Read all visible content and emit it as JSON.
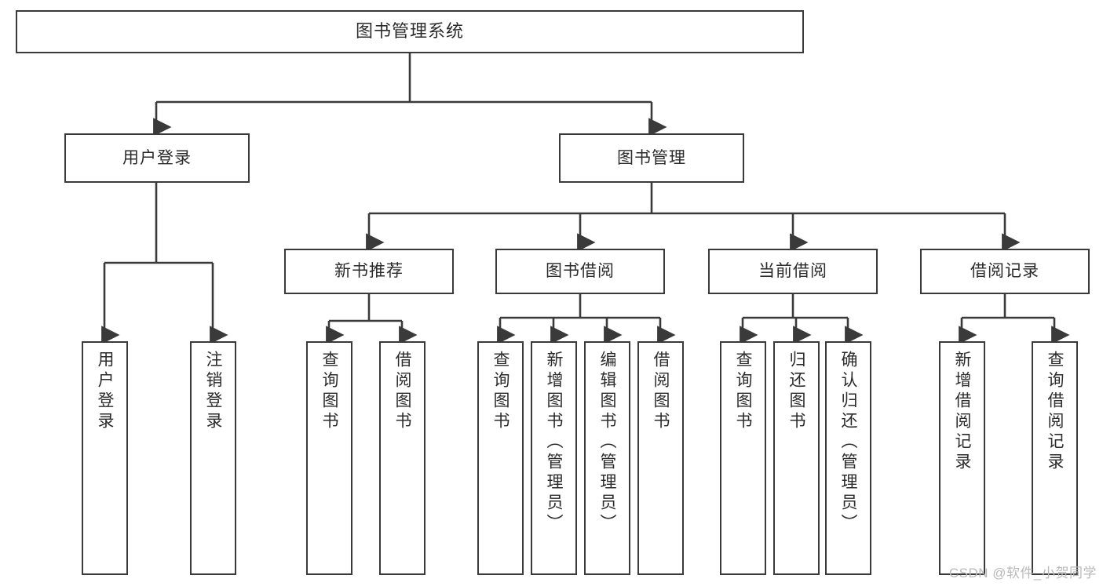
{
  "diagram": {
    "type": "tree",
    "title": "图书管理系统",
    "root": {
      "id": "root",
      "label": "图书管理系统"
    },
    "level2": [
      {
        "id": "user-login",
        "label": "用户登录"
      },
      {
        "id": "book-management",
        "label": "图书管理"
      }
    ],
    "level3": [
      {
        "id": "new-book-recommend",
        "label": "新书推荐"
      },
      {
        "id": "book-borrow",
        "label": "图书借阅"
      },
      {
        "id": "current-borrow",
        "label": "当前借阅"
      },
      {
        "id": "borrow-record",
        "label": "借阅记录"
      }
    ],
    "leaves": {
      "user_login": [
        {
          "id": "leaf-user-login",
          "label": "用户登录"
        },
        {
          "id": "leaf-logout-login",
          "label": "注销登录"
        }
      ],
      "new_book_recommend": [
        {
          "id": "leaf-query-book-1",
          "label": "查询图书"
        },
        {
          "id": "leaf-borrow-book-1",
          "label": "借阅图书"
        }
      ],
      "book_borrow": [
        {
          "id": "leaf-query-book-2",
          "label": "查询图书"
        },
        {
          "id": "leaf-add-book",
          "label": "新增图书（管理员）"
        },
        {
          "id": "leaf-edit-book",
          "label": "编辑图书（管理员）"
        },
        {
          "id": "leaf-borrow-book-2",
          "label": "借阅图书"
        }
      ],
      "current_borrow": [
        {
          "id": "leaf-query-book-3",
          "label": "查询图书"
        },
        {
          "id": "leaf-return-book",
          "label": "归还图书"
        },
        {
          "id": "leaf-confirm-return",
          "label": "确认归还（管理员）"
        }
      ],
      "borrow_record": [
        {
          "id": "leaf-add-record",
          "label": "新增借阅记录"
        },
        {
          "id": "leaf-query-record",
          "label": "查询借阅记录"
        }
      ]
    }
  },
  "watermark": {
    "text": "CSDN @软件_小贺同学"
  },
  "colors": {
    "stroke": "#3a3a3a",
    "text": "#2b2b2b",
    "background": "#ffffff",
    "watermark": "#b9b9b9"
  }
}
